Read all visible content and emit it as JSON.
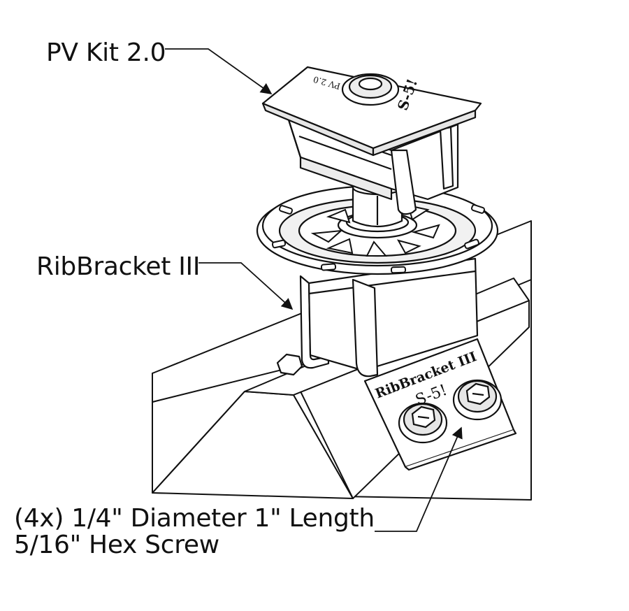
{
  "drawing": {
    "callouts": {
      "pv_kit": "PV Kit 2.0",
      "rib_bracket": "RibBracket III",
      "screw_line1": "(4x) 1/4\" Diameter 1\" Length",
      "screw_line2": "5/16\" Hex Screw"
    },
    "part_engravings": {
      "bracket_brand": "RibBracket III",
      "clamp_brand": "S-5!",
      "clamp_model": "PV 2.0"
    },
    "colors": {
      "line": "#111111",
      "background": "#ffffff",
      "shade": "#d9d9d9"
    }
  }
}
